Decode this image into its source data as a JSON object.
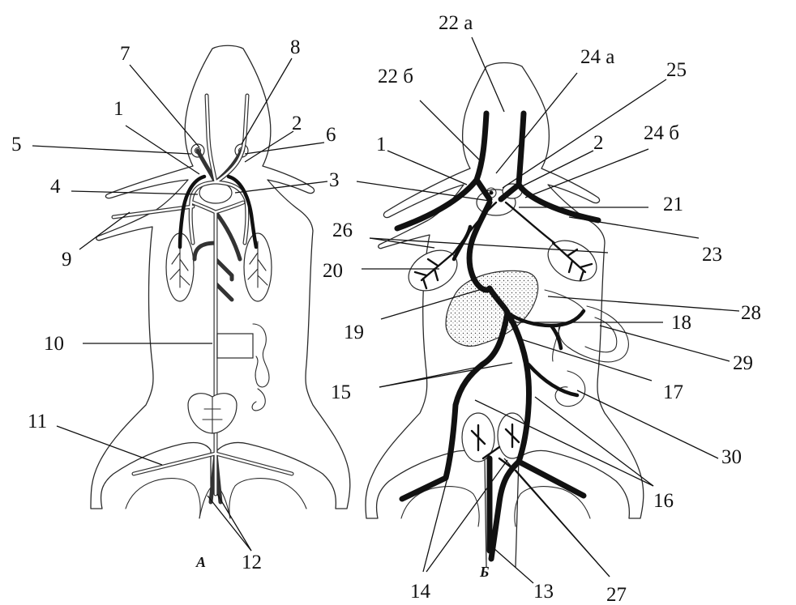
{
  "figure": {
    "panel_a_label": "А",
    "panel_b_label": "Б"
  },
  "labels": {
    "l1a": "1",
    "l2a": "2",
    "l3a": "3",
    "l4a": "4",
    "l5a": "5",
    "l6a": "6",
    "l7a": "7",
    "l8a": "8",
    "l9a": "9",
    "l10a": "10",
    "l11a": "11",
    "l12a": "12",
    "l22a": "22 а",
    "l22b": "22 б",
    "l24a": "24 а",
    "l25": "25",
    "l24b": "24 б",
    "l1b": "1",
    "l2b": "2",
    "l21": "21",
    "l26": "26",
    "l23": "23",
    "l20": "20",
    "l28": "28",
    "l19": "19",
    "l18": "18",
    "l29": "29",
    "l15": "15",
    "l17": "17",
    "l30": "30",
    "l16": "16",
    "l14": "14",
    "l13": "13",
    "l27": "27"
  }
}
